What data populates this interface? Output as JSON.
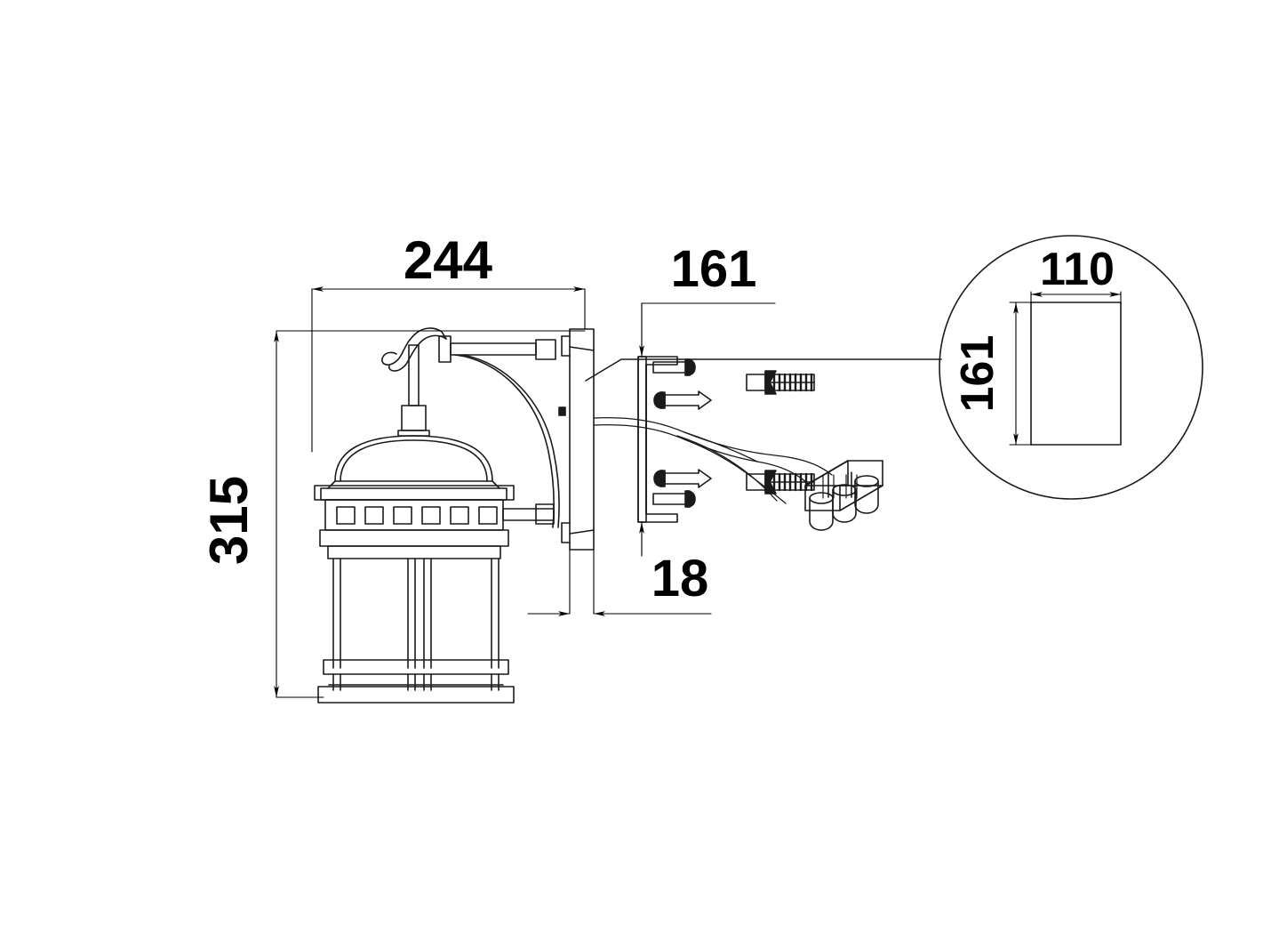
{
  "drawing": {
    "type": "technical-dimension-drawing",
    "subject": "outdoor wall lamp / wall sconce with mounting bracket, wall plugs and terminal block",
    "units": "mm",
    "background_color": "#ffffff",
    "line_color": "#1a1a1a",
    "text_color": "#000000"
  },
  "dimensions": {
    "overall_width": "244",
    "overall_height": "315",
    "bracket_height": "161",
    "plate_thickness": "18",
    "detail_plate_width": "110",
    "detail_plate_height": "161"
  },
  "labels": [
    {
      "id": "width-244",
      "value": "244",
      "orientation": "horizontal",
      "describes": "overall projection width of lamp from wall plate"
    },
    {
      "id": "height-315",
      "value": "315",
      "orientation": "vertical-rotated",
      "describes": "overall height of lamp"
    },
    {
      "id": "bracket-161",
      "value": "161",
      "orientation": "horizontal",
      "describes": "mounting bracket height"
    },
    {
      "id": "thickness-18",
      "value": "18",
      "orientation": "horizontal",
      "describes": "wall plate thickness"
    },
    {
      "id": "detail-110",
      "value": "110",
      "orientation": "horizontal",
      "describes": "mounting plate width in detail view"
    },
    {
      "id": "detail-161",
      "value": "161",
      "orientation": "vertical-rotated",
      "describes": "mounting plate height in detail view"
    }
  ],
  "detail_view": {
    "shape": "circle",
    "contents": "rectangular mounting plate outline",
    "width_label": "110",
    "height_label": "161"
  },
  "components": [
    {
      "name": "lamp-dome",
      "description": "hemispherical dome top of lantern"
    },
    {
      "name": "lamp-cornice",
      "description": "stepped cornice band under dome"
    },
    {
      "name": "lamp-frieze",
      "description": "band with six square cut-outs"
    },
    {
      "name": "lamp-glass-cage",
      "description": "glazed cylinder body with vertical mullions"
    },
    {
      "name": "lamp-base-rings",
      "description": "two horizontal base rings at bottom"
    },
    {
      "name": "hanger-hook",
      "description": "curved hook at top of lamp stem"
    },
    {
      "name": "support-arm",
      "description": "straight horizontal arm from wall plate"
    },
    {
      "name": "curved-brace",
      "description": "curved decorative brace under arm"
    },
    {
      "name": "wall-plate",
      "description": "vertical back plate fixed against the wall"
    },
    {
      "name": "mounting-bracket",
      "description": "U shaped mounting bracket with four screws"
    },
    {
      "name": "screws",
      "description": "four mounting screws shown in section"
    },
    {
      "name": "wall-plugs",
      "description": "two ribbed wall anchors / rawl plugs"
    },
    {
      "name": "wiring-harness",
      "description": "three curved conductor wires"
    },
    {
      "name": "terminal-block",
      "description": "three-way terminal connector block"
    }
  ]
}
